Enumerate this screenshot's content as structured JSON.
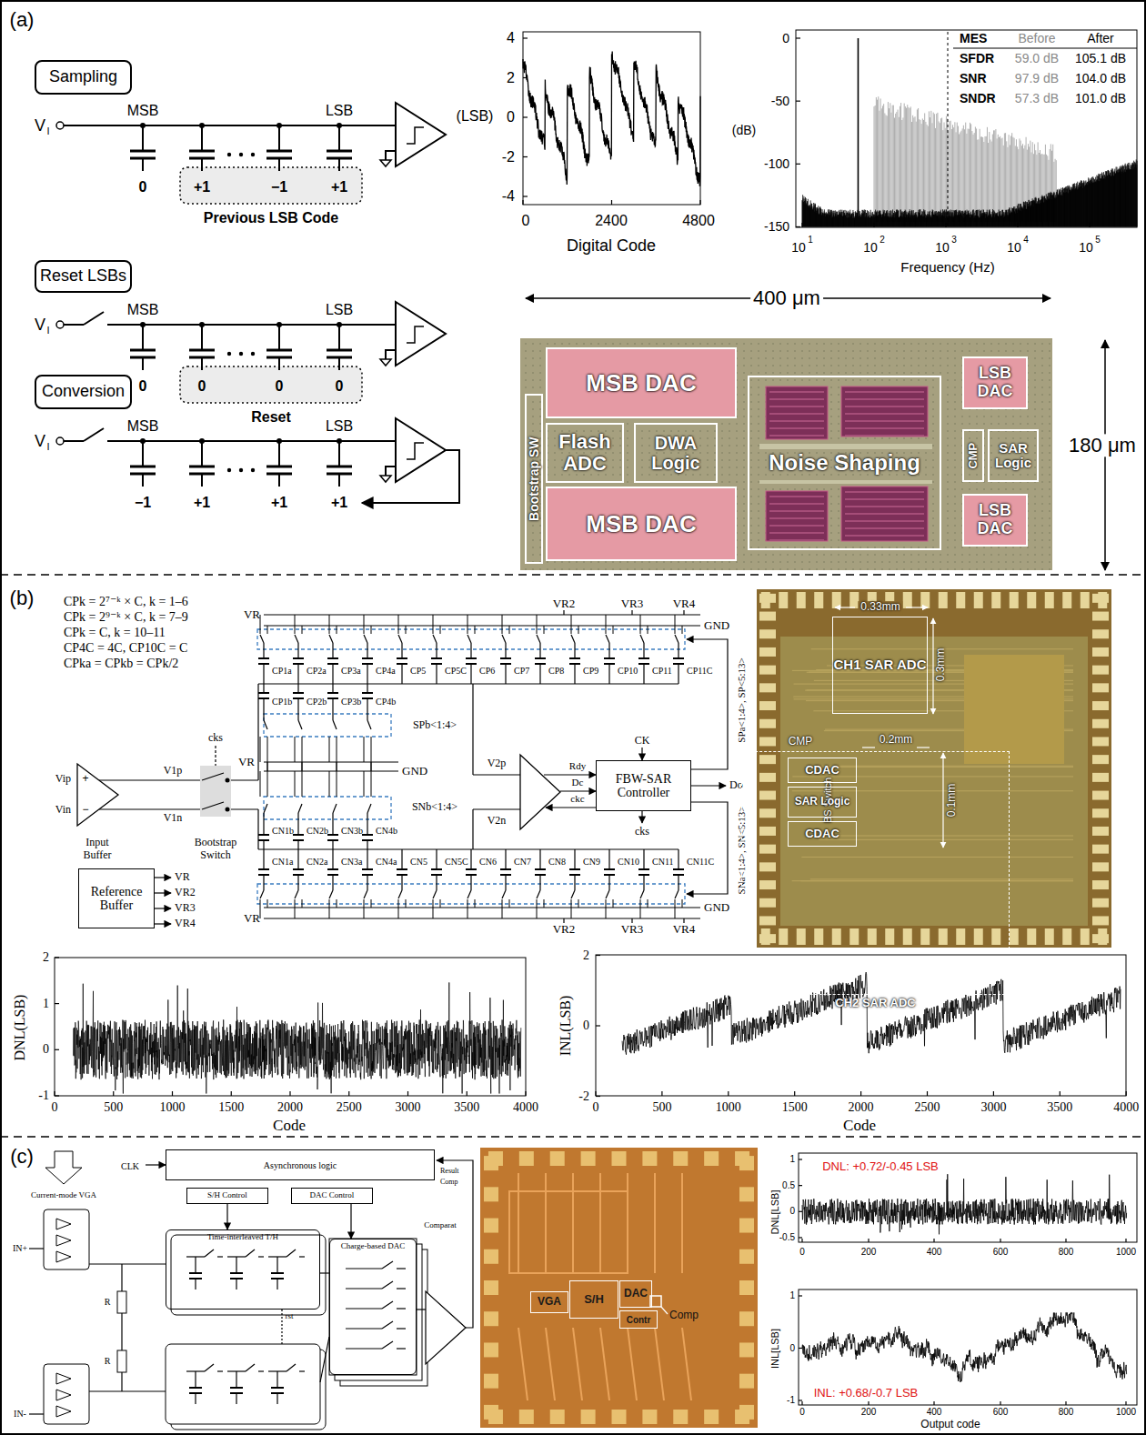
{
  "diagram": {
    "nodes": [
      {
        "text": [
          "Sampling"
        ]
      },
      {
        "text": [
          "Reset LSBs"
        ]
      },
      {
        "text": [
          "Conversion"
        ]
      },
      {
        "text": [
          "MSB DAC"
        ]
      },
      {
        "text": [
          "Bootstrap SW"
        ]
      },
      {
        "text": [
          "Flash ADC"
        ]
      },
      {
        "text": [
          "DWA Logic"
        ]
      },
      {
        "text": [
          "Noise Shaping"
        ]
      },
      {
        "text": [
          "LSB DAC"
        ]
      },
      {
        "text": [
          "CMP"
        ]
      },
      {
        "text": [
          "SAR Logic"
        ]
      },
      {
        "text": [
          "LSB DAC"
        ]
      },
      {
        "text": [
          "MSB DAC"
        ]
      },
      {
        "text": [
          "FBW-SAR Controller"
        ]
      },
      {
        "text": [
          "Reference Buffer"
        ]
      },
      {
        "text": [
          "CH1 SAR ADC"
        ]
      },
      {
        "text": [
          "CH2 SAR ADC"
        ]
      },
      {
        "text": [
          "CDAC"
        ],
        "in": 16
      },
      {
        "text": [
          "SAR Logic"
        ],
        "in": 16
      },
      {
        "text": [
          "CDAC"
        ],
        "in": 16
      },
      {
        "text": [
          "Asynchronous logic"
        ]
      },
      {
        "text": [
          "S/H Control"
        ]
      },
      {
        "text": [
          "DAC Control"
        ]
      },
      {
        "text": [
          "Time-interleaved T/H"
        ]
      },
      {
        "text": [
          "Charge-based DAC"
        ]
      },
      {
        "text": [
          "VGA"
        ]
      },
      {
        "text": [
          "S/H"
        ]
      },
      {
        "text": [
          "DAC"
        ]
      },
      {
        "text": [
          "Contr"
        ]
      }
    ],
    "edges": [
      {
        "from": 21,
        "to": 23,
        "arrow": "to"
      },
      {
        "from": 22,
        "to": 24,
        "arrow": "to"
      }
    ],
    "labels": [
      "(a)",
      "V",
      "I",
      "MSB",
      "LSB",
      "0",
      "+1",
      "−1",
      "+1",
      "Previous LSB Code",
      "V",
      "I",
      "MSB",
      "LSB",
      "0",
      "0",
      "0",
      "0",
      "Reset",
      "V",
      "I",
      "MSB",
      "LSB",
      "−1",
      "+1",
      "+1",
      "+1",
      "(LSB)",
      "4",
      "2",
      "0",
      "-2",
      "-4",
      "0",
      "2400",
      "4800",
      "Digital Code",
      "0",
      "-50",
      "-100",
      "-150",
      "(dB)",
      "10",
      "1",
      "10",
      "2",
      "10",
      "3",
      "10",
      "4",
      "10",
      "5",
      "Frequency (Hz)",
      "MES",
      "Before",
      "After",
      "SFDR",
      "59.0 dB",
      "105.1 dB",
      "SNR",
      "97.9 dB",
      "104.0 dB",
      "SNDR",
      "57.3 dB",
      "101.0 dB",
      "400 μm",
      "180 μm",
      "(b)",
      "CPk = 2⁷⁻ᵏ × C, k = 1–6",
      "CPk = 2⁹⁻ᵏ × C, k = 7–9",
      "CPk = C, k = 10–11",
      "CP4C = 4C, CP10C = C",
      "CPka = CPkb = CPk/2",
      "VR",
      "VR2",
      "VR3",
      "VR4",
      "GND",
      "CP1a",
      "CP2a",
      "CP3a",
      "CP4a",
      "CP5",
      "CP5C",
      "CP6",
      "CP7",
      "CP8",
      "CP9",
      "CP10",
      "CP11",
      "CP11C",
      "CP1b",
      "CP2b",
      "CP3b",
      "CP4b",
      "cks",
      "SPb<1:4>",
      "VR",
      "GND",
      "SNb<1:4>",
      "CN1b",
      "CN2b",
      "CN3b",
      "CN4b",
      "CN1a",
      "CN2a",
      "CN3a",
      "CN4a",
      "CN5",
      "CN5C",
      "CN6",
      "CN7",
      "CN8",
      "CN9",
      "CN10",
      "CN11",
      "CN11C",
      "VR",
      "VR2",
      "VR3",
      "VR4",
      "GND",
      "SPa<1:4>, SP<5:13>",
      "SNa<1:4>, SN<5:13>",
      "Vip",
      "Vin",
      "+",
      "−",
      "V1p",
      "V1n",
      "Input Buffer",
      "Bootstrap Switch",
      "VR",
      "VR2",
      "VR3",
      "VR4",
      "V2p",
      "V2n",
      "Rdy",
      "Dc",
      "ckc",
      "CK",
      "Do",
      "cks",
      "0.33mm",
      "0.3mm",
      "CMP",
      "0.2mm",
      "0.1mm",
      "BS Switch",
      "2",
      "1",
      "0",
      "-1",
      "0",
      "500",
      "1000",
      "1500",
      "2000",
      "2500",
      "3000",
      "3500",
      "4000",
      "DNL(LSB)",
      "Code",
      "2",
      "0",
      "-2",
      "0",
      "500",
      "1000",
      "1500",
      "2000",
      "2500",
      "3000",
      "3500",
      "4000",
      "INL(LSB)",
      "Code",
      "(c)",
      "CLK",
      "Result",
      "Comp",
      "Current-mode VGA",
      "IN+",
      "IN-",
      "R",
      "R",
      "rst",
      "Comparat",
      "Comp",
      "DNL: +0.72/-0.45 LSB",
      "1",
      "0.5",
      "0",
      "-0.5",
      "0",
      "200",
      "400",
      "600",
      "800",
      "1000",
      "DNL[LSB]",
      "INL: +0.68/-0.7 LSB",
      "1",
      "0",
      "-1",
      "0",
      "200",
      "400",
      "600",
      "800",
      "1000",
      "Output code",
      "INL[LSB]"
    ]
  }
}
